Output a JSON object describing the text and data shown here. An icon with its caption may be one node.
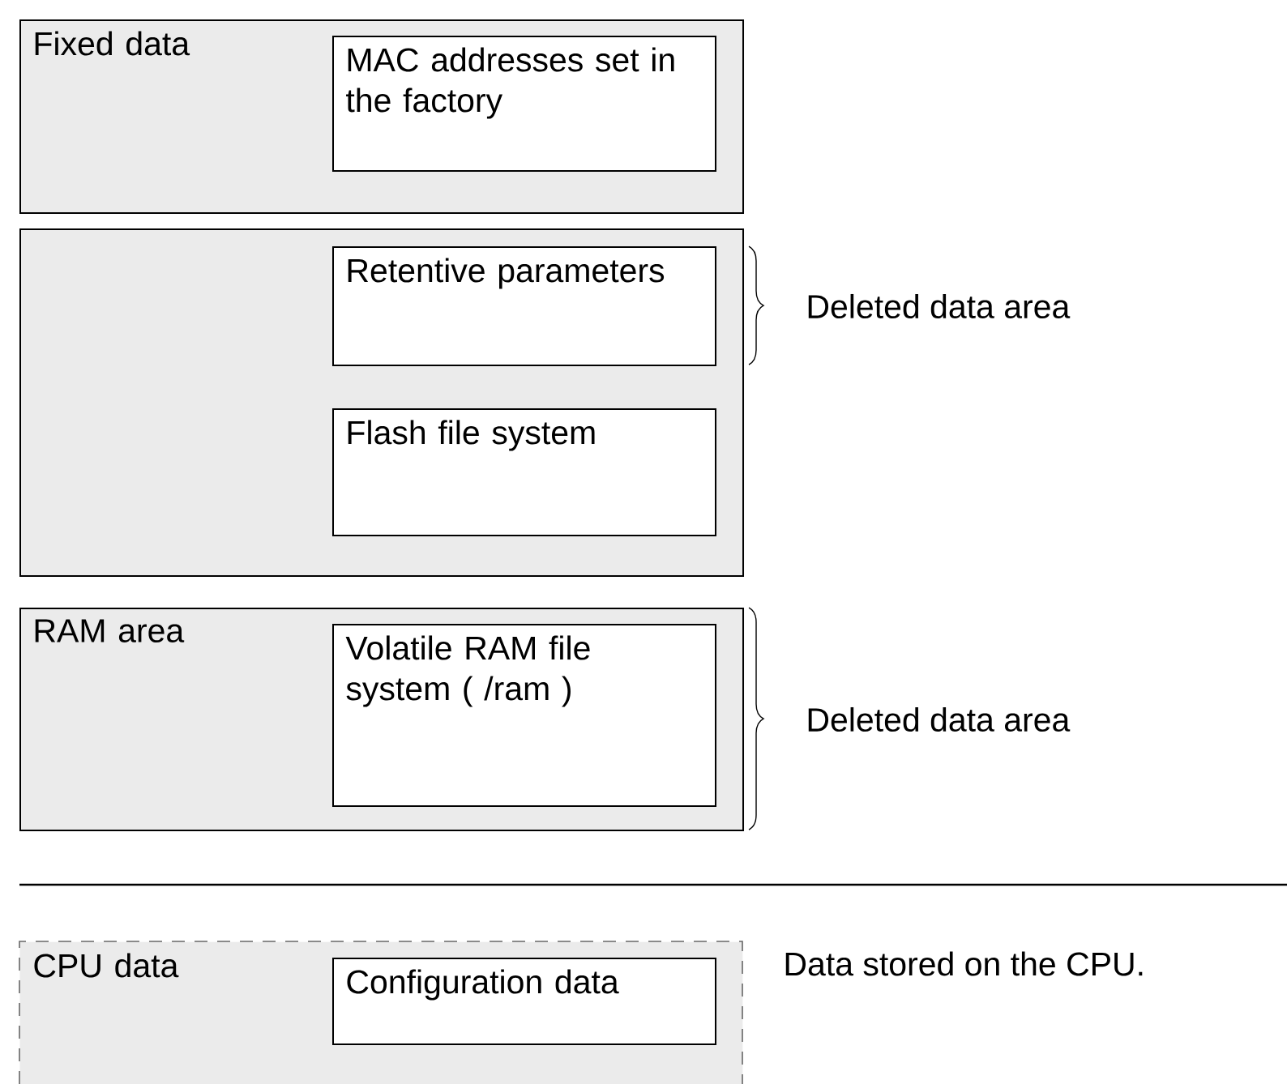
{
  "diagram": {
    "nodes": [
      {
        "text": [
          "Fixed data"
        ]
      },
      {
        "text": [
          "MAC addresses set in the factory"
        ],
        "in": 0
      },
      {
        "text": [],
        "shape": "box"
      },
      {
        "text": [
          "Retentive parameters"
        ],
        "in": 2
      },
      {
        "text": [
          "Flash file system"
        ],
        "in": 2
      },
      {
        "text": [
          "RAM area"
        ]
      },
      {
        "text": [
          "Volatile RAM file system ( /ram )"
        ],
        "in": 5
      },
      {
        "text": [
          "CPU data"
        ],
        "beside": [
          "Data stored on the CPU."
        ]
      },
      {
        "text": [
          "Configuration data"
        ],
        "in": 7
      }
    ],
    "labels": [
      "Deleted data area",
      "Deleted data area"
    ]
  }
}
